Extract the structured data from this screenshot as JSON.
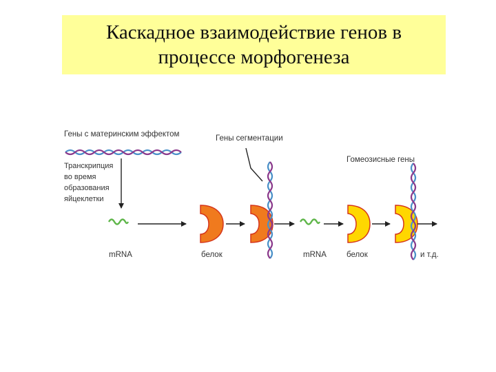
{
  "title": {
    "line1": "Каскадное взаимодействие генов в",
    "line2": "процессе морфогенеза"
  },
  "diagram": {
    "maternal_genes_label": "Гены с материнским эффектом",
    "transcription_note": [
      "Транскрипция",
      "во время",
      "образования",
      "яйцеклетки"
    ],
    "segmentation_genes_label": "Гены сегментации",
    "homeotic_genes_label": "Гомеозисные гены",
    "mrna_label_1": "mRNA",
    "protein_label_1": "белок",
    "mrna_label_2": "mRNA",
    "protein_label_2": "белок",
    "etc_label": "и т.д."
  },
  "colors": {
    "title_background": "#ffff99",
    "dna_blue": "#4a90c8",
    "dna_purple": "#8a3a8c",
    "mrna_green": "#5fb64a",
    "protein_orange": "#f07a1e",
    "protein_yellow": "#ffd700",
    "protein_outline": "#d4351c",
    "arrow": "#222222"
  }
}
